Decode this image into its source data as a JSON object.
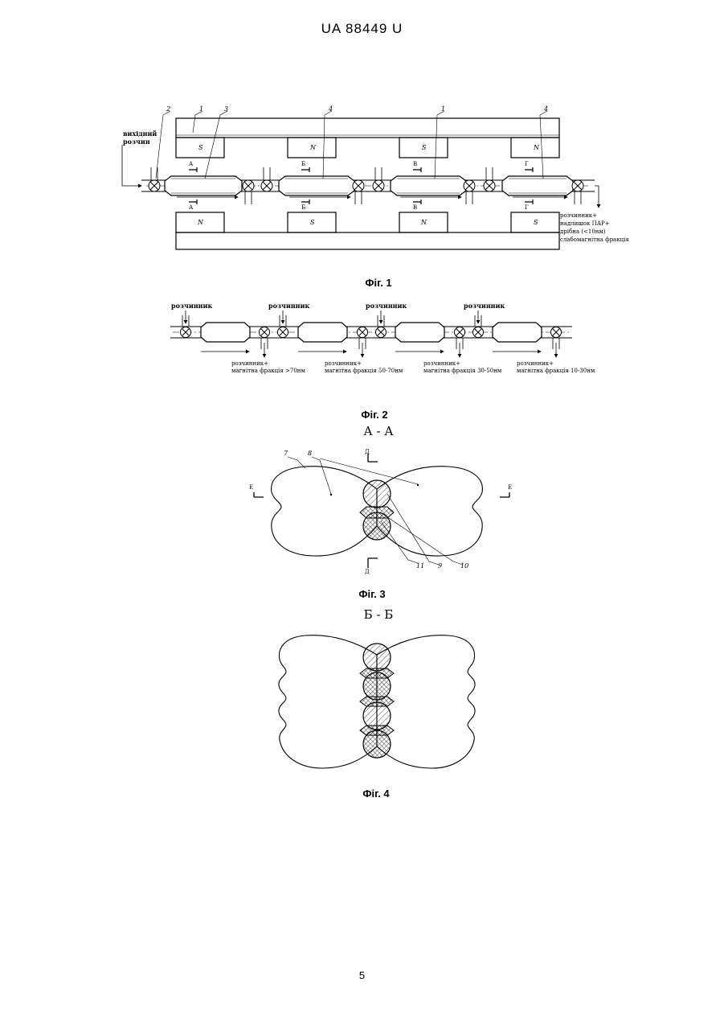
{
  "header": {
    "doc_number": "UA 88449 U"
  },
  "fig1": {
    "caption": "Фіг. 1",
    "input_label_line1": "вихідний",
    "input_label_line2": "розчин",
    "top_magnets": [
      "S",
      "N",
      "S",
      "N"
    ],
    "bottom_magnets": [
      "N",
      "S",
      "N",
      "S"
    ],
    "section_marks": [
      "А",
      "Б",
      "В",
      "Г"
    ],
    "part_numbers": [
      "2",
      "1",
      "3",
      "4",
      "1",
      "4"
    ],
    "output_label": [
      "розчинник+",
      "надлишок ПАР+",
      "дрібна (<10нм)",
      "слабомагнітна фракція"
    ]
  },
  "fig2": {
    "caption": "Фіг. 2",
    "solvent_label": "розчинник",
    "outputs": [
      [
        "розчинник+",
        "магнітна фракція >70нм"
      ],
      [
        "розчинник+",
        "магнітна фракція 50-70нм"
      ],
      [
        "розчинник+",
        "магнітна фракція 30-50нм"
      ],
      [
        "розчинник+",
        "магнітна фракція 10-30нм"
      ]
    ]
  },
  "fig3": {
    "section_title": "А - А",
    "caption": "Фіг. 3",
    "cut_mark_side": "Е",
    "cut_mark_vertical": "Д",
    "part_numbers": [
      "7",
      "8",
      "11",
      "9",
      "10"
    ]
  },
  "fig4": {
    "section_title": "Б - Б",
    "caption": "Фіг. 4"
  },
  "footer": {
    "page_number": "5"
  }
}
